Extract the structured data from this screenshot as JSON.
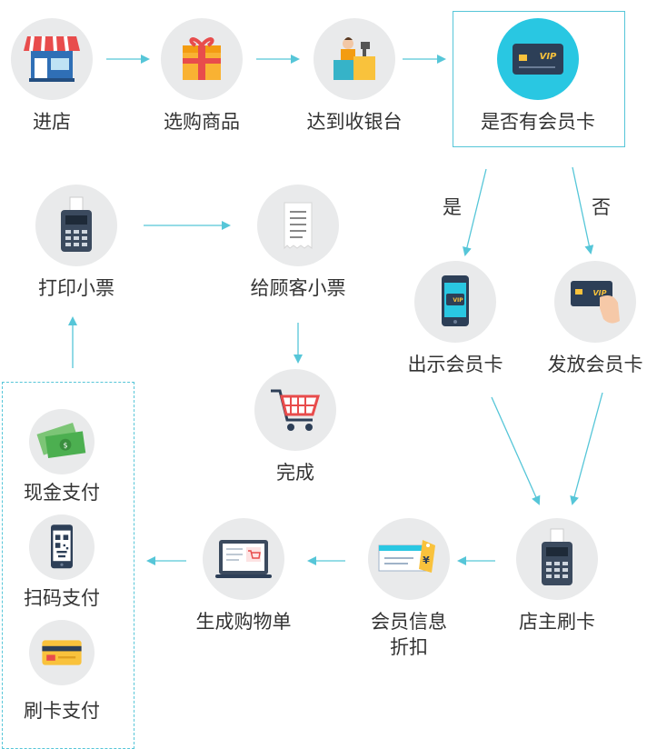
{
  "nodes": {
    "enter_store": {
      "label": "进店",
      "icon": "store-icon"
    },
    "select_goods": {
      "label": "选购商品",
      "icon": "gift-box-icon"
    },
    "checkout": {
      "label": "达到收银台",
      "icon": "cashier-icon"
    },
    "has_card": {
      "label": "是否有会员卡",
      "icon": "vip-card-icon"
    },
    "show_card": {
      "label": "出示会员卡",
      "icon": "phone-vip-icon"
    },
    "issue_card": {
      "label": "发放会员卡",
      "icon": "hand-vip-icon"
    },
    "swipe_card": {
      "label": "店主刷卡",
      "icon": "card-terminal-icon"
    },
    "member_discount": {
      "label": "会员信息\n折扣",
      "icon": "cheque-tag-icon"
    },
    "generate_order": {
      "label": "生成购物单",
      "icon": "tablet-cart-icon"
    },
    "cash_pay": {
      "label": "现金支付",
      "icon": "cash-icon"
    },
    "scan_pay": {
      "label": "扫码支付",
      "icon": "qr-phone-icon"
    },
    "card_pay": {
      "label": "刷卡支付",
      "icon": "bank-card-icon"
    },
    "print_receipt": {
      "label": "打印小票",
      "icon": "receipt-printer-icon"
    },
    "give_receipt": {
      "label": "给顾客小票",
      "icon": "receipt-icon"
    },
    "done": {
      "label": "完成",
      "icon": "cart-icon"
    }
  },
  "edge_labels": {
    "yes": "是",
    "no": "否"
  },
  "colors": {
    "accent": "#56c6d8",
    "circle_bg": "#e9eaeb",
    "vip_circle": "#29c7e2",
    "text": "#333333"
  }
}
